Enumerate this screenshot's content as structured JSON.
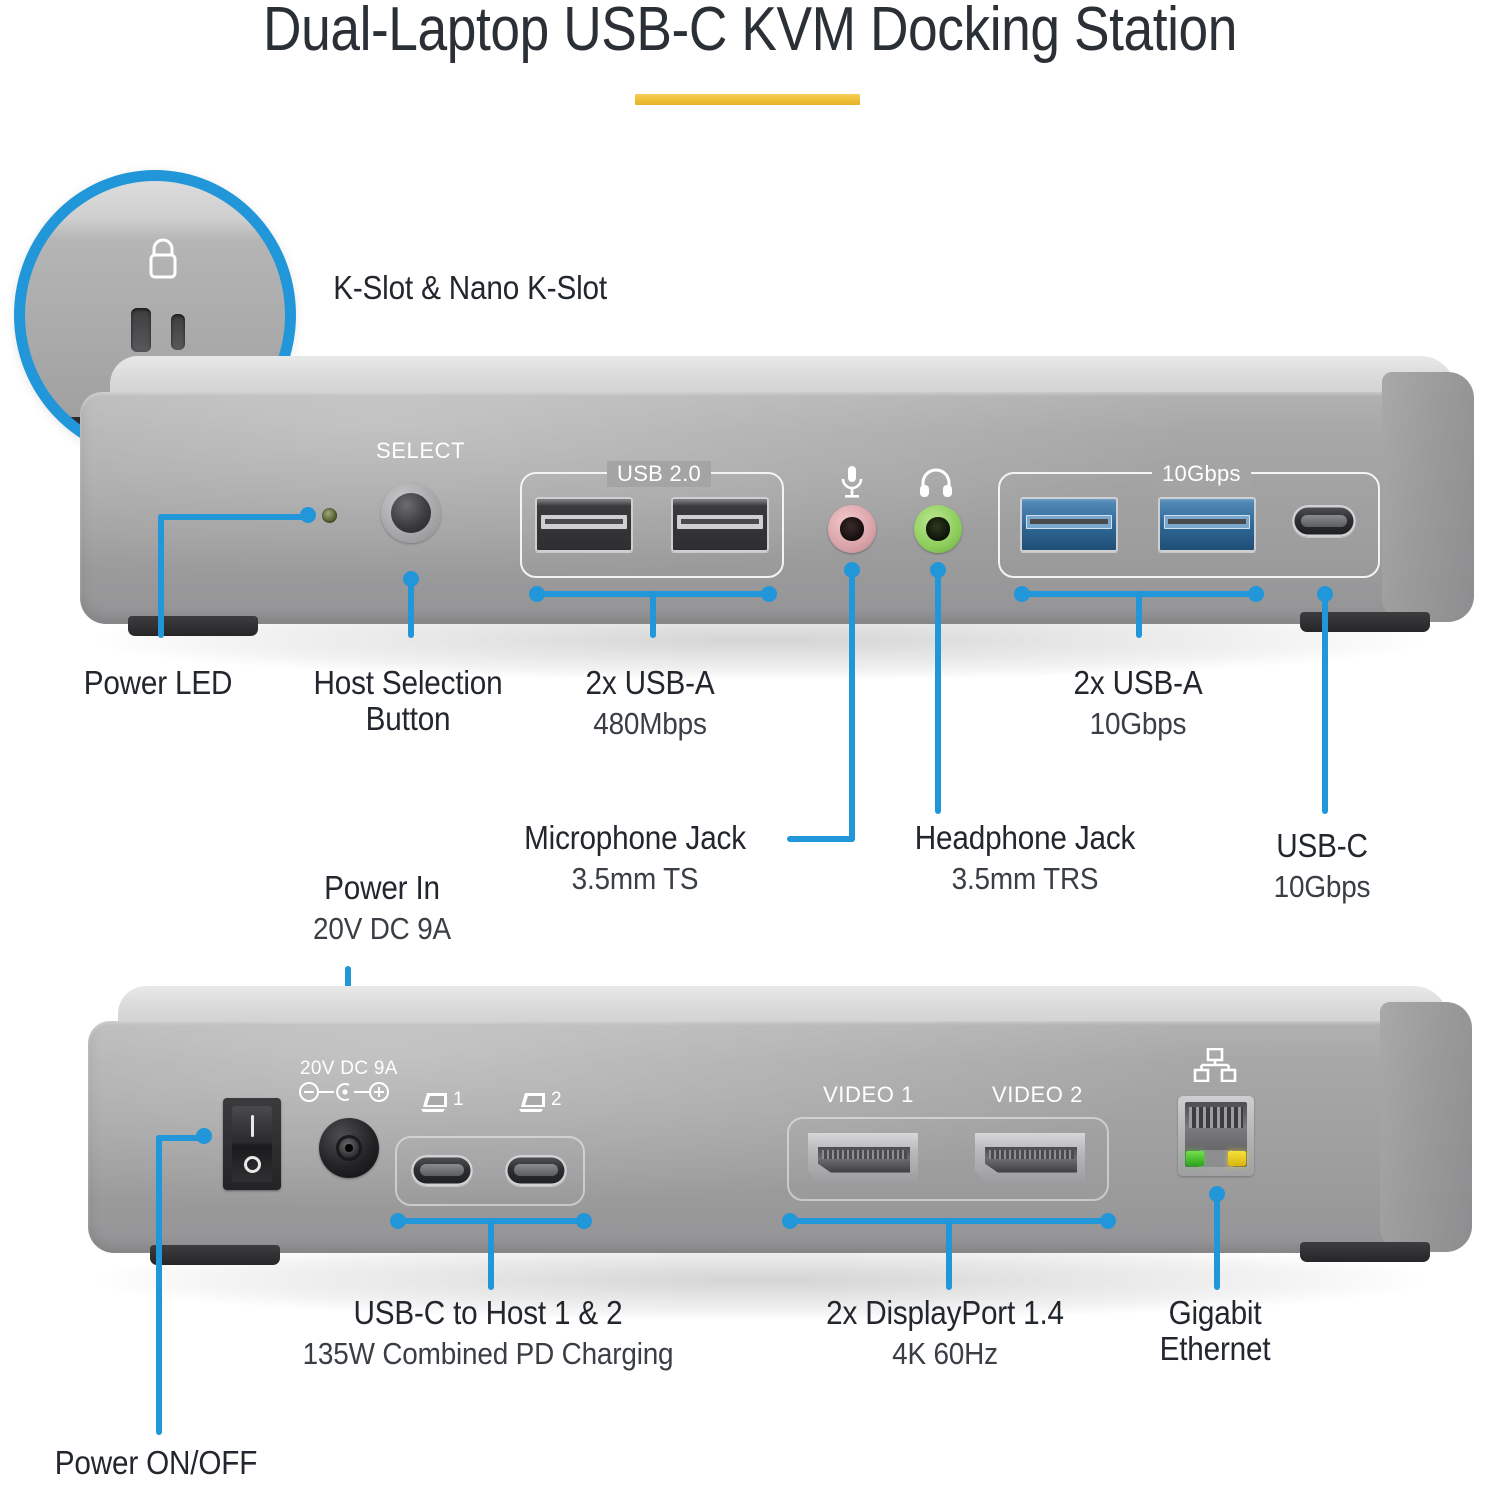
{
  "title": "Dual-Laptop USB-C KVM Docking Station",
  "accents": {
    "blue": "#2196d8",
    "yellow": "#eebe34",
    "text_dark": "#22262d",
    "device_gray": "#a7a7a8"
  },
  "zoom_callout": {
    "label": "K-Slot & Nano K-Slot",
    "icon": "lock-icon"
  },
  "front_panel": {
    "silkscreen": {
      "select": "SELECT",
      "usb20_group": "USB 2.0",
      "tenGbps_group": "10Gbps",
      "mic_icon": "microphone-icon",
      "headphone_icon": "headphone-icon"
    },
    "callouts": [
      {
        "line1": "Power LED",
        "line2": ""
      },
      {
        "line1": "Host Selection",
        "line2": "Button"
      },
      {
        "line1": "2x USB-A",
        "line2": "480Mbps"
      },
      {
        "line1": "2x USB-A",
        "line2": "10Gbps"
      },
      {
        "line1": "Microphone Jack",
        "line2": "3.5mm TS"
      },
      {
        "line1": "Headphone Jack",
        "line2": "3.5mm TRS"
      },
      {
        "line1": "USB-C",
        "line2": "10Gbps"
      }
    ]
  },
  "rear_panel": {
    "silkscreen": {
      "power_in": "20V DC 9A",
      "polarity_icon": "dc-polarity-icon",
      "host1": "1",
      "host2": "2",
      "host_icon": "laptop-icon",
      "video1": "VIDEO 1",
      "video2": "VIDEO 2",
      "ethernet_icon": "network-icon",
      "switch_on": "I",
      "switch_off": "O"
    },
    "callouts": [
      {
        "line1": "Power In",
        "line2": "20V DC 9A"
      },
      {
        "line1": "Power ON/OFF",
        "line2": ""
      },
      {
        "line1": "USB-C to Host 1 & 2",
        "line2": "135W Combined PD Charging"
      },
      {
        "line1": "2x DisplayPort 1.4",
        "line2": "4K 60Hz"
      },
      {
        "line1": "Gigabit",
        "line2": "Ethernet"
      }
    ]
  }
}
